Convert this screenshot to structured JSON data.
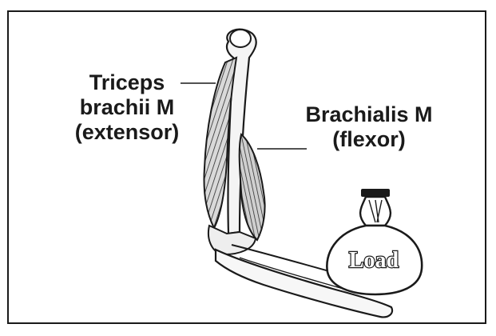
{
  "labels": {
    "triceps": [
      "Triceps",
      "brachii M",
      "(extensor)"
    ],
    "brachialis": [
      "Brachialis M",
      "(flexor)"
    ]
  },
  "load": {
    "text": "Load"
  },
  "icons": {
    "arm": "arm-skeleton-with-muscles-icon",
    "load": "load-sack-icon"
  }
}
